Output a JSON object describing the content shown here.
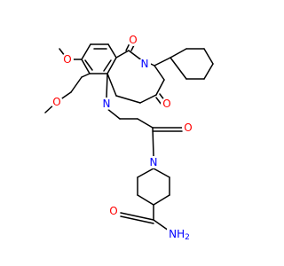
{
  "colors": {
    "bond": "#000000",
    "carbon": "#000000",
    "oxygen": "#ff0000",
    "nitrogen": "#0000ff",
    "background": "#ffffff"
  },
  "molecule": {
    "atom_labels": {
      "o_methoxy_6": "O",
      "o_methoxy_7": "O",
      "o_c4_carbonyl": "O",
      "o_c2_carbonyl": "O",
      "n1": "N",
      "n3": "N",
      "o_acyl": "O",
      "n_piperidine": "N",
      "o_amide": "O",
      "nh2_amide": "NH2"
    }
  }
}
